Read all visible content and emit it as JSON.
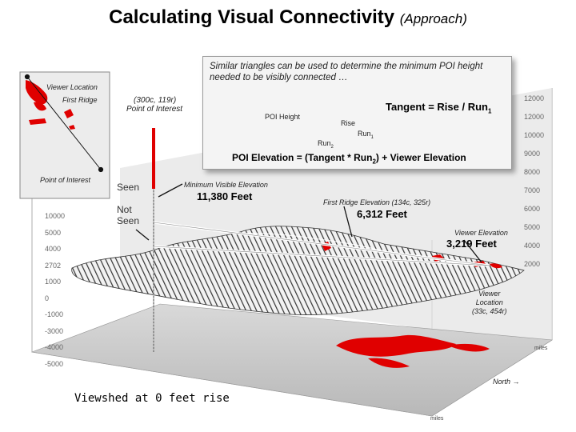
{
  "title": {
    "main": "Calculating Visual Connectivity",
    "sub": "(Approach)"
  },
  "callout": {
    "text": "Similar triangles can be used to determine the minimum POI height needed to be visibly connected …",
    "tangent_formula": "Tangent = Rise / Run",
    "tangent_sub": "1",
    "poi_height": "POI Height",
    "rise": "Rise",
    "run1": "Run",
    "run1_sub": "1",
    "run2": "Run",
    "run2_sub": "2",
    "elevation_formula_a": "POI Elevation = (Tangent * Run",
    "elevation_formula_sub": "2",
    "elevation_formula_b": ") + Viewer Elevation"
  },
  "inset": {
    "viewer_location": "Viewer Location",
    "first_ridge": "First Ridge",
    "point_of_interest": "Point of Interest"
  },
  "scene": {
    "poi_coords": "(300c, 119r)",
    "poi_label": "Point of Interest",
    "seen": "Seen",
    "not_seen": "Not Seen",
    "min_visible_label": "Minimum Visible Elevation",
    "min_visible_value": "11,380 Feet",
    "ridge_label": "First Ridge Elevation (134c, 325r)",
    "ridge_value": "6,312 Feet",
    "viewer_elev_label": "Viewer Elevation",
    "viewer_elev_value": "3,219 Feet",
    "viewer_loc_line1": "Viewer",
    "viewer_loc_line2": "Location",
    "viewer_loc_line3": "(33c, 454r)",
    "north": "North",
    "miles1": "miles",
    "miles2": "miles"
  },
  "footer": {
    "caption": "Viewshed at 0 feet rise"
  },
  "axis_left": [
    "10000",
    "5000",
    "4000",
    "2702",
    "1000",
    "0",
    "-1000",
    "-3000",
    "-4000",
    "-5000"
  ],
  "axis_right": [
    "12000",
    "12000",
    "10000",
    "9000",
    "8000",
    "7000",
    "6000",
    "5000",
    "4000",
    "2000"
  ],
  "colors": {
    "red": "#e00000",
    "terrain": "#555555",
    "highlight": "#ffffff",
    "plane": "#c9c9c9"
  }
}
